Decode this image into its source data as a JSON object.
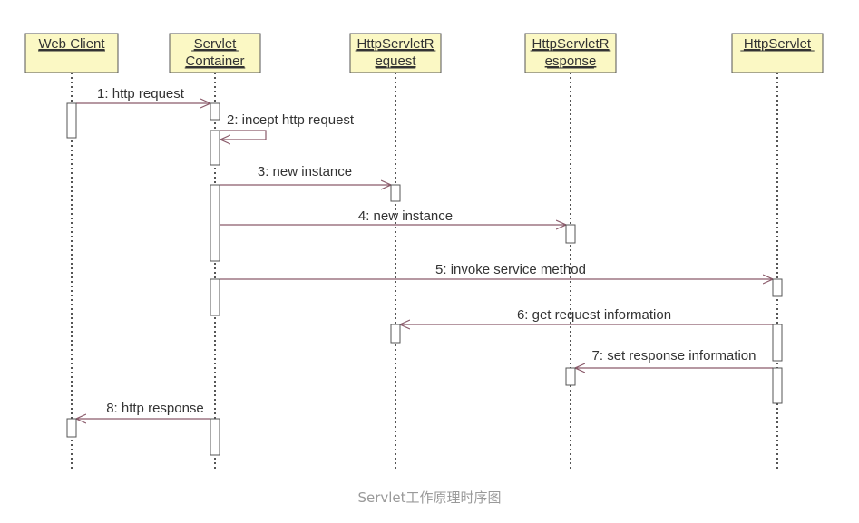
{
  "diagram": {
    "type": "sequence",
    "colors": {
      "box_fill": "#fbf8c4",
      "box_stroke": "#555555",
      "line": "#555555",
      "message_line": "#8a5a6a",
      "text": "#333333",
      "activation_fill": "#ffffff"
    },
    "participants": [
      {
        "id": "webclient",
        "lines": [
          "Web Client"
        ]
      },
      {
        "id": "container",
        "lines": [
          "Servlet",
          "Container"
        ]
      },
      {
        "id": "request",
        "lines": [
          "HttpServletR",
          "equest"
        ]
      },
      {
        "id": "response",
        "lines": [
          "HttpServletR",
          "esponse"
        ]
      },
      {
        "id": "servlet",
        "lines": [
          "HttpServlet"
        ]
      }
    ],
    "messages": [
      {
        "num": 1,
        "label": "1: http request",
        "from": "webclient",
        "to": "container"
      },
      {
        "num": 2,
        "label": "2: incept http request",
        "from": "container",
        "to": "container",
        "self": true
      },
      {
        "num": 3,
        "label": "3: new instance",
        "from": "container",
        "to": "request"
      },
      {
        "num": 4,
        "label": "4: new instance",
        "from": "container",
        "to": "response"
      },
      {
        "num": 5,
        "label": "5: invoke service method",
        "from": "container",
        "to": "servlet"
      },
      {
        "num": 6,
        "label": "6: get request information",
        "from": "servlet",
        "to": "request"
      },
      {
        "num": 7,
        "label": "7: set response information",
        "from": "servlet",
        "to": "response"
      },
      {
        "num": 8,
        "label": "8: http response",
        "from": "container",
        "to": "webclient"
      }
    ]
  },
  "caption": "Servlet工作原理时序图"
}
